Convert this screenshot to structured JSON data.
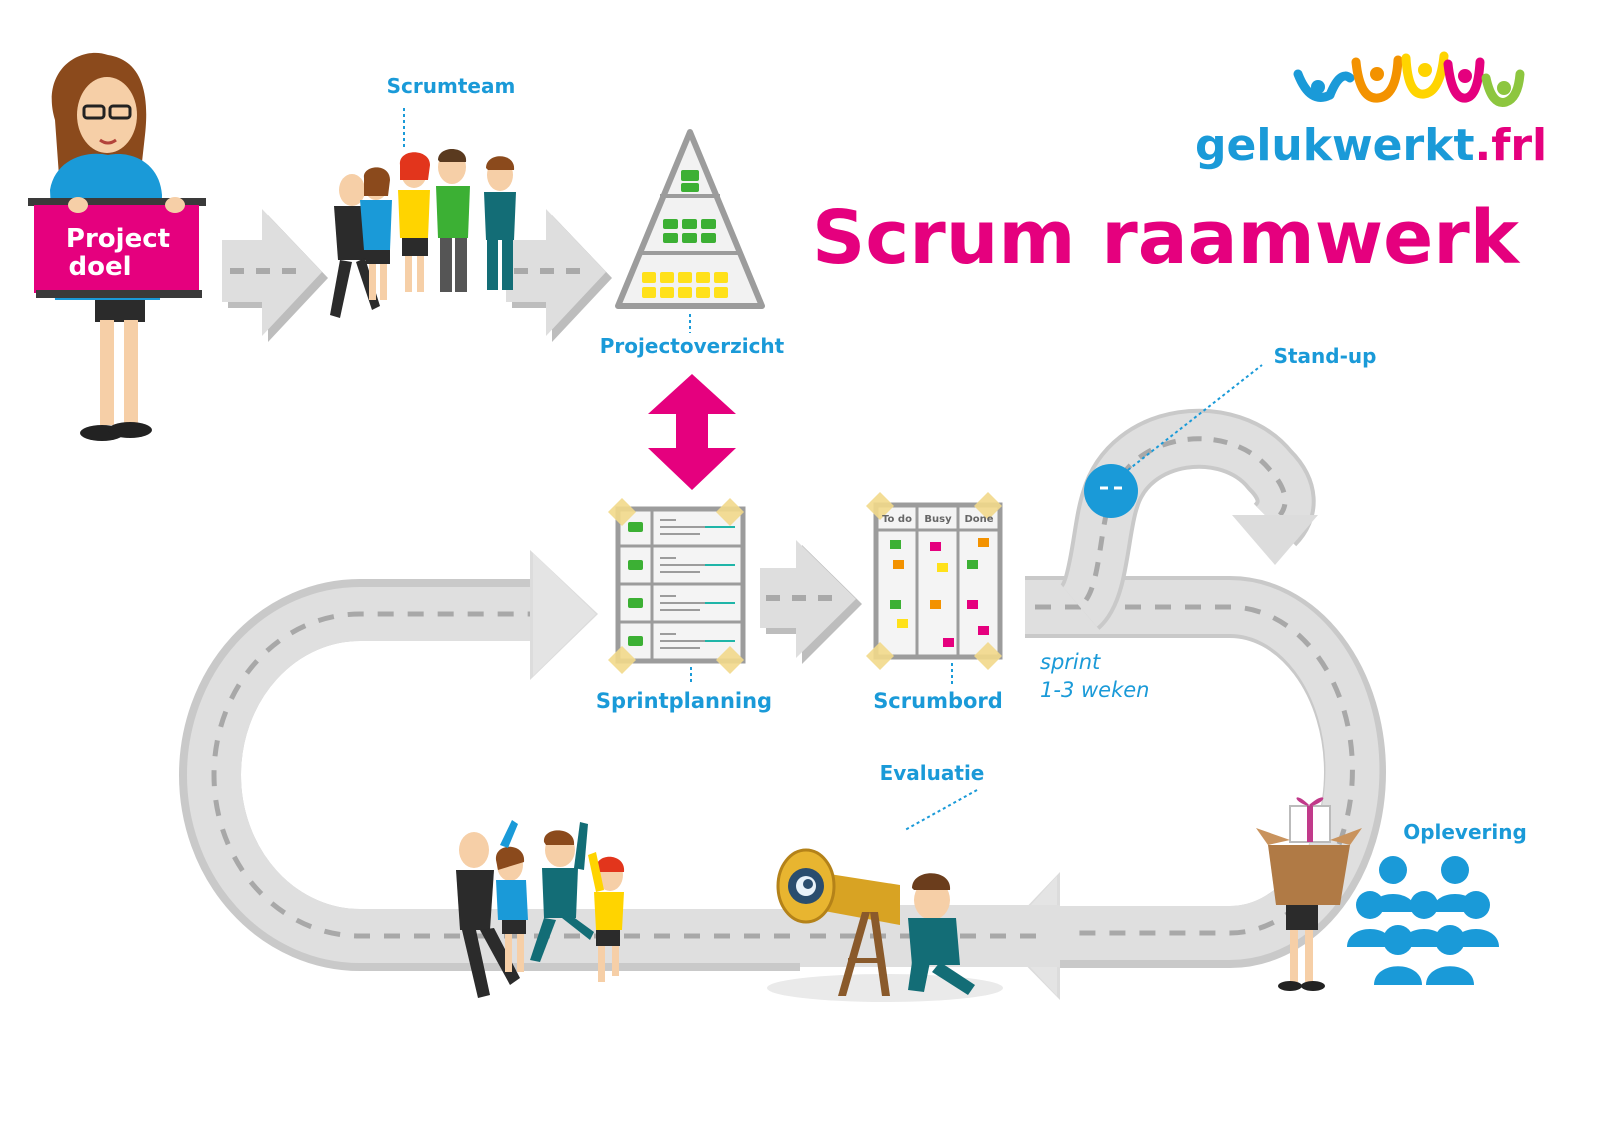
{
  "brand": {
    "name": "gelukwerkt",
    "tld": ".frl",
    "colors": {
      "blue": "#1a9ad8",
      "magenta": "#e5007e",
      "orange": "#f39200",
      "yellow": "#ffd400",
      "green": "#8dc63f"
    }
  },
  "title": "Scrum raamwerk",
  "project_goal": {
    "line1": "Project",
    "line2": "doel"
  },
  "labels": {
    "scrumteam": "Scrumteam",
    "projectoverzicht": "Projectoverzicht",
    "sprintplanning": "Sprintplanning",
    "scrumbord": "Scrumbord",
    "standup": "Stand-up",
    "evaluatie": "Evaluatie",
    "oplevering": "Oplevering",
    "sprint_line1": "sprint",
    "sprint_line2": "1-3 weken"
  },
  "board": {
    "columns": [
      "To do",
      "Busy",
      "Done"
    ]
  },
  "colors": {
    "road": "#dcdcdc",
    "road_dark": "#c4c4c4",
    "dash": "#aaaaaa",
    "label": "#1a9ad8",
    "accent": "#e5007e",
    "note_green": "#3cb034",
    "note_yellow": "#ffe11a",
    "note_orange": "#f39200",
    "note_pink": "#e5007e"
  },
  "icons": {
    "presenter": "woman-holding-sign-icon",
    "team": "team-group-icon",
    "pyramid": "backlog-pyramid-icon",
    "double_arrow": "double-arrow-icon",
    "sprint_sheet": "sprint-planning-sheet-icon",
    "scrum_board": "scrum-board-icon",
    "standup_marker": "standup-marker-icon",
    "gift": "gift-delivery-icon",
    "audience": "audience-people-icon",
    "telescope": "telescope-icon",
    "celebrate": "celebrating-team-icon"
  }
}
